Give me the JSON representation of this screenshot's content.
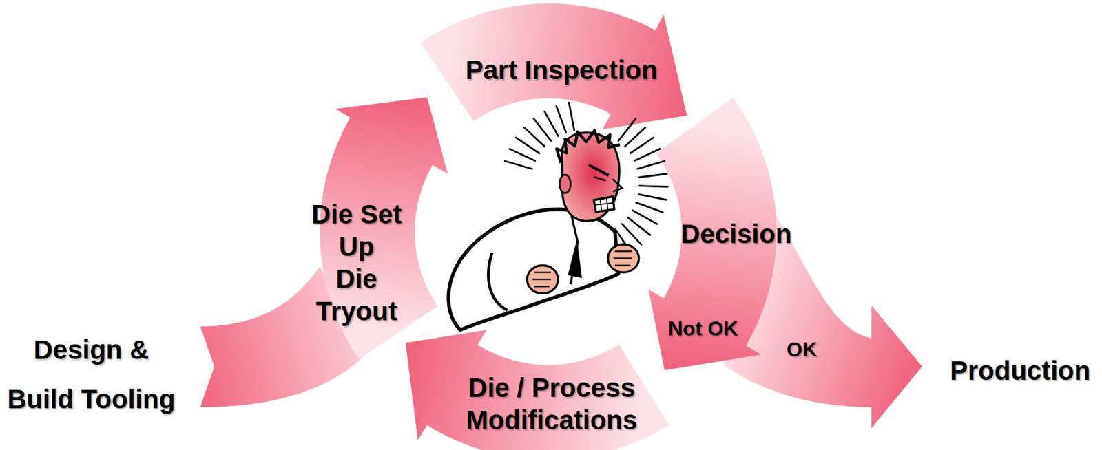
{
  "diagram": {
    "nodes": [
      {
        "text": [
          "Die Set Up",
          "Die Tryout"
        ]
      },
      {
        "text": [
          "Part Inspection"
        ]
      },
      {
        "text": [
          "Decision"
        ]
      },
      {
        "text": [
          "Die / Process Modifications"
        ]
      }
    ],
    "labels": [
      "Design & Build Tooling",
      "Not OK",
      "OK",
      "Production"
    ]
  }
}
